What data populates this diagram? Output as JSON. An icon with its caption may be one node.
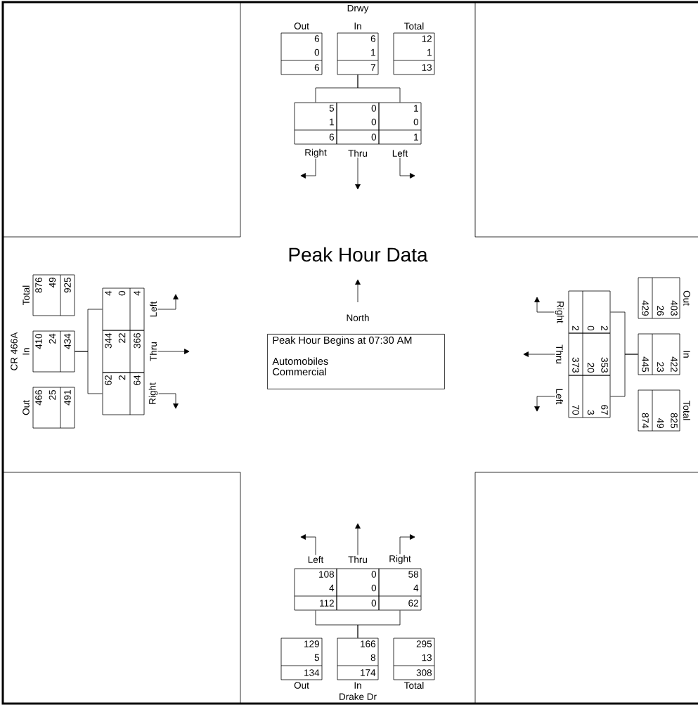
{
  "diagram": {
    "title": "Peak Hour Data",
    "nodes": [
      {
        "text": [
          "Out",
          "6",
          "0",
          "6"
        ]
      },
      {
        "text": [
          "In",
          "6",
          "1",
          "7"
        ]
      },
      {
        "text": [
          "Total",
          "12",
          "1",
          "13"
        ]
      },
      {
        "text": [
          "Right",
          "5",
          "1",
          "6"
        ]
      },
      {
        "text": [
          "Thru",
          "0",
          "0",
          "0"
        ]
      },
      {
        "text": [
          "Left",
          "1",
          "0",
          "1"
        ]
      },
      {
        "text": [
          "Total",
          "876",
          "49",
          "925"
        ]
      },
      {
        "text": [
          "In",
          "410",
          "24",
          "434"
        ]
      },
      {
        "text": [
          "Out",
          "466",
          "25",
          "491"
        ]
      },
      {
        "text": [
          "Left",
          "4",
          "0",
          "4"
        ]
      },
      {
        "text": [
          "Thru",
          "344",
          "22",
          "366"
        ]
      },
      {
        "text": [
          "Right",
          "62",
          "2",
          "64"
        ]
      },
      {
        "text": [
          "Peak Hour Begins at 07:30 AM",
          "Automobiles",
          "Commercial"
        ]
      },
      {
        "text": [
          "Out",
          "403",
          "26",
          "429"
        ]
      },
      {
        "text": [
          "In",
          "422",
          "23",
          "445"
        ]
      },
      {
        "text": [
          "Total",
          "825",
          "49",
          "874"
        ]
      },
      {
        "text": [
          "Right",
          "2",
          "0",
          "2"
        ]
      },
      {
        "text": [
          "Thru",
          "353",
          "20",
          "373"
        ]
      },
      {
        "text": [
          "Left",
          "67",
          "3",
          "70"
        ]
      },
      {
        "text": [
          "Left",
          "108",
          "4",
          "112"
        ]
      },
      {
        "text": [
          "Thru",
          "0",
          "0",
          "0"
        ]
      },
      {
        "text": [
          "Right",
          "58",
          "4",
          "62"
        ]
      },
      {
        "text": [
          "Out",
          "129",
          "5",
          "134"
        ]
      },
      {
        "text": [
          "In",
          "166",
          "8",
          "174"
        ]
      },
      {
        "text": [
          "Total",
          "295",
          "13",
          "308"
        ]
      }
    ],
    "edges": [
      {
        "from": 1,
        "to": 3,
        "arrow": "none"
      },
      {
        "from": 1,
        "to": 5,
        "arrow": "none"
      },
      {
        "from": 3,
        "to": null,
        "arrow": "to"
      },
      {
        "from": 4,
        "to": null,
        "arrow": "to"
      },
      {
        "from": 5,
        "to": null,
        "arrow": "to"
      },
      {
        "from": 7,
        "to": 9,
        "arrow": "none"
      },
      {
        "from": 7,
        "to": 11,
        "arrow": "none"
      },
      {
        "from": 9,
        "to": null,
        "arrow": "to"
      },
      {
        "from": 10,
        "to": null,
        "arrow": "to"
      },
      {
        "from": 11,
        "to": null,
        "arrow": "to"
      },
      {
        "from": 14,
        "to": 16,
        "arrow": "none"
      },
      {
        "from": 14,
        "to": 18,
        "arrow": "none"
      },
      {
        "from": 16,
        "to": null,
        "arrow": "to"
      },
      {
        "from": 17,
        "to": null,
        "arrow": "to"
      },
      {
        "from": 18,
        "to": null,
        "arrow": "to"
      },
      {
        "from": 23,
        "to": 19,
        "arrow": "none"
      },
      {
        "from": 23,
        "to": 21,
        "arrow": "none"
      },
      {
        "from": 19,
        "to": null,
        "arrow": "to"
      },
      {
        "from": 20,
        "to": null,
        "arrow": "to"
      },
      {
        "from": 21,
        "to": null,
        "arrow": "to"
      }
    ],
    "labels": [
      "Drwy",
      "CR 466A",
      "North",
      "Drake Dr"
    ]
  }
}
